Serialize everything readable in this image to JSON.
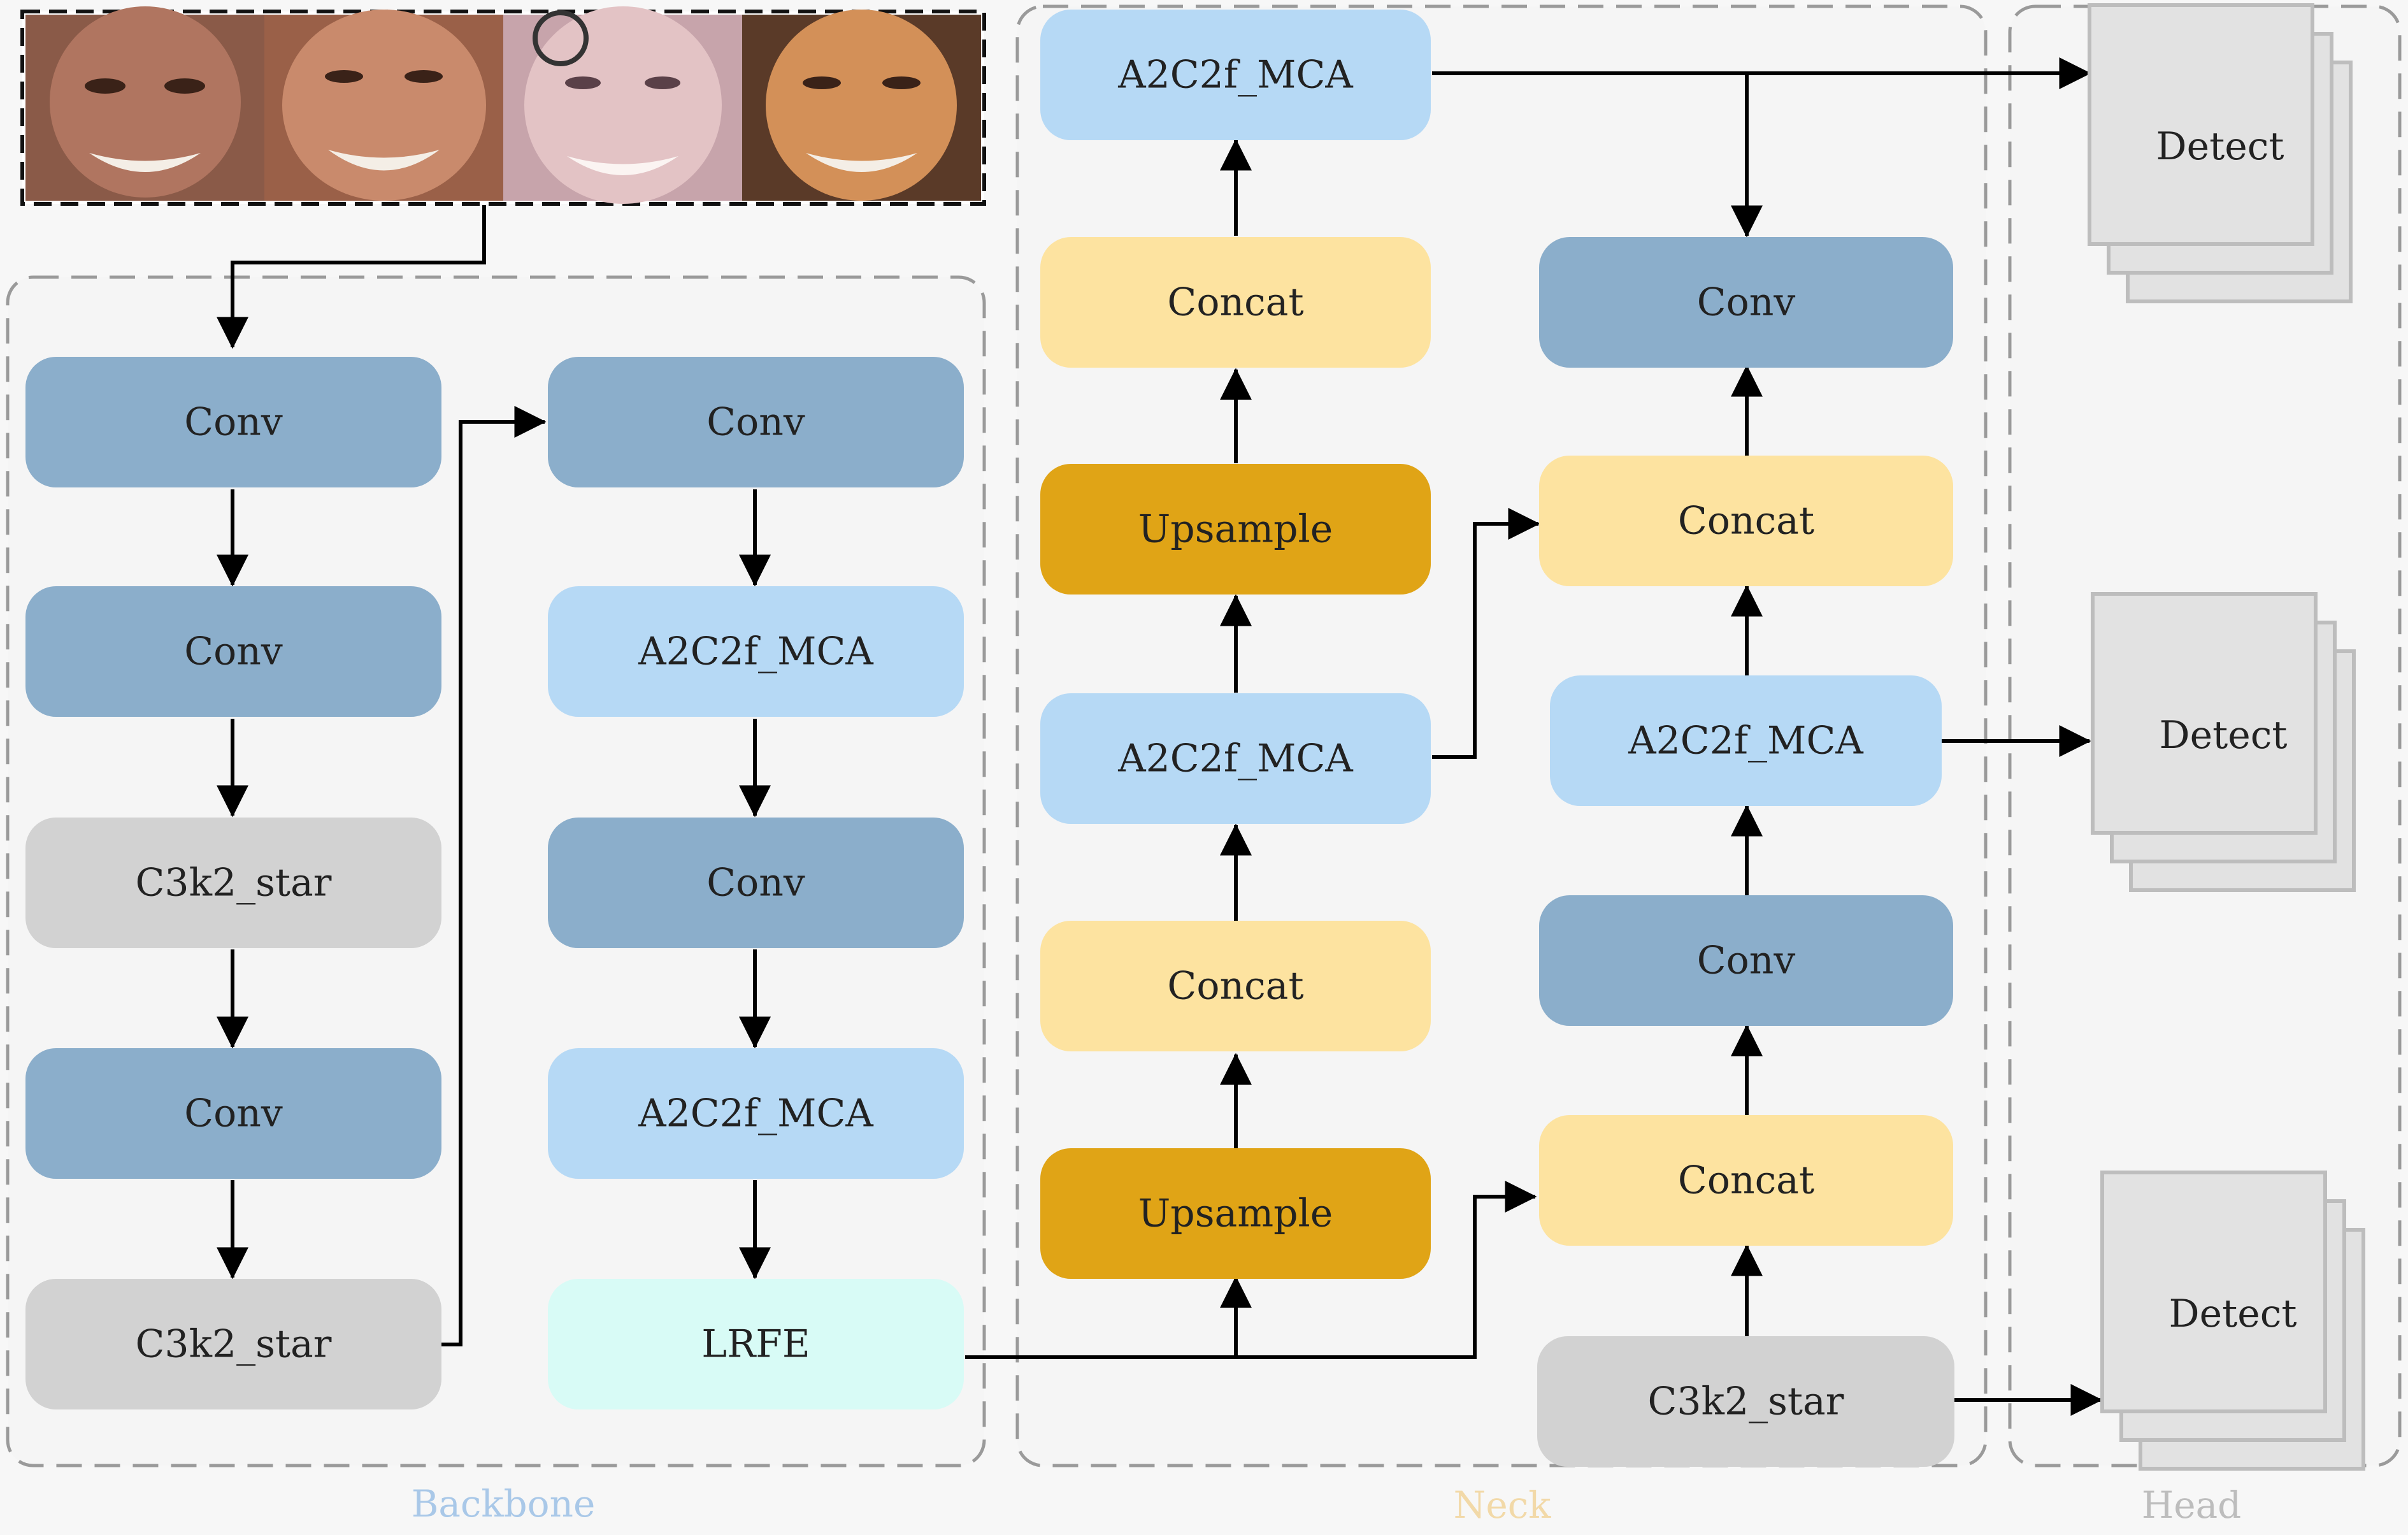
{
  "sections": {
    "backbone": {
      "label": "Backbone",
      "color": "#a9c8e8"
    },
    "neck": {
      "label": "Neck",
      "color": "#f2d9a8"
    },
    "head": {
      "label": "Head",
      "color": "#bdbdbd"
    }
  },
  "input_image": {
    "description_icon": "face-strip-icon",
    "count": 4
  },
  "colors": {
    "conv": "#8baecb",
    "a2c2f": "#b6d9f5",
    "c3k2": "#d2d2d2",
    "concat": "#fde3a0",
    "upsample": "#e0a416",
    "lrfe": "#d8fbf6",
    "detect": "#e2e2e2"
  },
  "backbone": {
    "col1": [
      "Conv",
      "Conv",
      "C3k2_star",
      "Conv",
      "C3k2_star"
    ],
    "col2": [
      "Conv",
      "A2C2f_MCA",
      "Conv",
      "A2C2f_MCA",
      "LRFE"
    ]
  },
  "neck": {
    "col1": [
      "A2C2f_MCA",
      "Concat",
      "Upsample",
      "A2C2f_MCA",
      "Concat",
      "Upsample"
    ],
    "col2": [
      "Conv",
      "Concat",
      "A2C2f_MCA",
      "Conv",
      "Concat",
      "C3k2_star"
    ]
  },
  "head": [
    "Detect",
    "Detect",
    "Detect"
  ]
}
